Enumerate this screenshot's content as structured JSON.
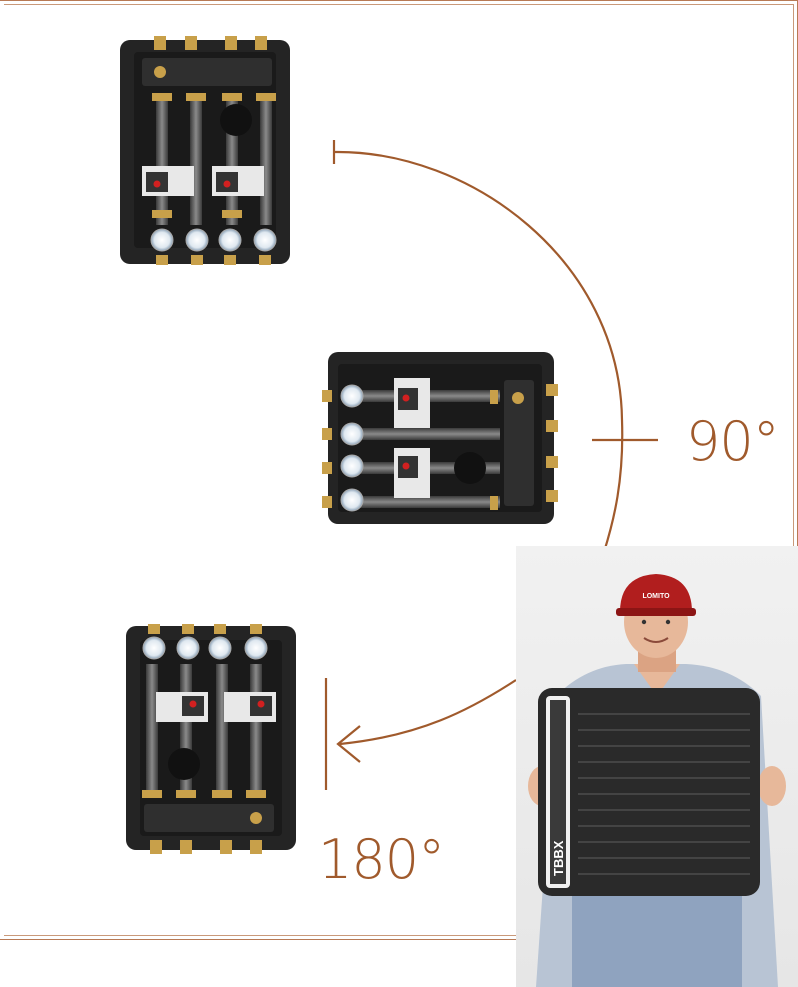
{
  "angles": {
    "rotation_90": "90°",
    "rotation_180": "180°"
  },
  "cap_logo": "LOMITO",
  "box_logo": "TBBX",
  "colors": {
    "accent": "#a05a2c",
    "unit_body": "#2a2a2a",
    "brass": "#c8a04a",
    "pump_red": "#d22020"
  },
  "icons": {
    "arc": "rotation-arc",
    "arrow": "arrow-left-icon"
  }
}
